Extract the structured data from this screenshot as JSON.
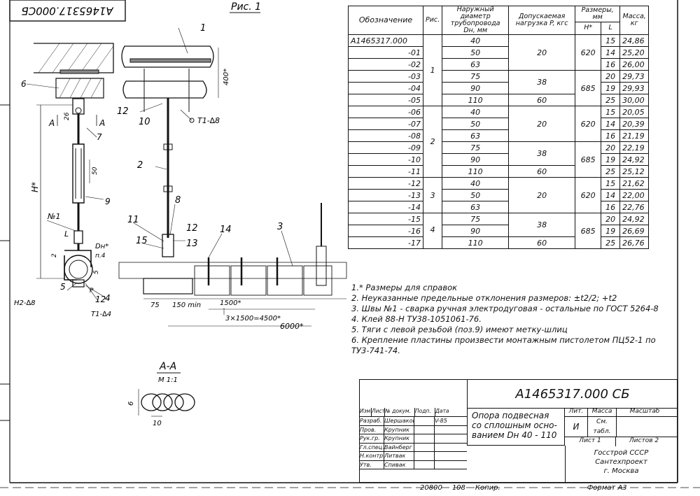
{
  "doc_code_rotated": "А1465317.000СБ",
  "figure_label": "Рис. 1",
  "drawing_labels": {
    "callouts": [
      "1",
      "2",
      "3",
      "4",
      "5",
      "6",
      "7",
      "8",
      "9",
      "10",
      "11",
      "12",
      "12",
      "13",
      "14",
      "15"
    ],
    "dim_400": "400*",
    "dim_26": "26",
    "dim_50": "50",
    "dim_H": "H*",
    "dim_2": "2",
    "dim_L": "L",
    "dim_Dn": "Dн*",
    "dim_n4": "п.4",
    "dim_5": "5",
    "dim_P": "P",
    "weld_T1_8": "Т1-∆8",
    "weld_H2_8": "Н2-∆8",
    "weld_T1_4": "Т1-∆4",
    "weld_no1": "№1",
    "section_A": "А",
    "dim_75": "75",
    "dim_150min": "150 min",
    "dim_1500": "1500*",
    "dim_3x1500": "3×1500=4500*",
    "dim_6000": "6000*",
    "section_title": "А-А",
    "section_scale": "М 1:1",
    "section_dim_6": "6",
    "section_dim_10": "10"
  },
  "table": {
    "headers": {
      "designation": "Обозначение",
      "fig": "Рис.",
      "outer_diameter": "Наружный диаметр трубопровода Dн, мм",
      "load": "Допускаемая нагрузка P, кгс",
      "dims": "Размеры, мм",
      "H": "H*",
      "L": "L",
      "mass": "Масса, кг"
    },
    "rows": [
      {
        "des": "А1465317.000",
        "d": "40",
        "L": "15",
        "m": "24,86"
      },
      {
        "des": "-01",
        "d": "50",
        "L": "14",
        "m": "25,20"
      },
      {
        "des": "-02",
        "d": "63",
        "L": "16",
        "m": "26,00"
      },
      {
        "des": "-03",
        "d": "75",
        "L": "20",
        "m": "29,73"
      },
      {
        "des": "-04",
        "d": "90",
        "L": "19",
        "m": "29,93"
      },
      {
        "des": "-05",
        "d": "110",
        "L": "25",
        "m": "30,00"
      },
      {
        "des": "-06",
        "d": "40",
        "L": "15",
        "m": "20,05"
      },
      {
        "des": "-07",
        "d": "50",
        "L": "14",
        "m": "20,39"
      },
      {
        "des": "-08",
        "d": "63",
        "L": "16",
        "m": "21,19"
      },
      {
        "des": "-09",
        "d": "75",
        "L": "20",
        "m": "22,19"
      },
      {
        "des": "-10",
        "d": "90",
        "L": "19",
        "m": "24,92"
      },
      {
        "des": "-11",
        "d": "110",
        "L": "25",
        "m": "25,12"
      },
      {
        "des": "-12",
        "d": "40",
        "L": "15",
        "m": "21,62"
      },
      {
        "des": "-13",
        "d": "50",
        "L": "14",
        "m": "22,00"
      },
      {
        "des": "-14",
        "d": "63",
        "L": "16",
        "m": "22,76"
      },
      {
        "des": "-15",
        "d": "75",
        "L": "20",
        "m": "24,92"
      },
      {
        "des": "-16",
        "d": "90",
        "L": "19",
        "m": "26,69"
      },
      {
        "des": "-17",
        "d": "110",
        "L": "25",
        "m": "26,76"
      }
    ],
    "fig_values": [
      "1",
      "2",
      "3",
      "4"
    ],
    "load_values": [
      "20",
      "38",
      "60",
      "20",
      "38",
      "60",
      "20",
      "38",
      "60"
    ],
    "H_values": [
      "620",
      "685",
      "620",
      "685",
      "620",
      "685"
    ]
  },
  "notes": [
    "1.* Размеры для справок",
    "2. Неуказанные предельные отклонения размеров: ±t2/2; +t2",
    "3. Швы №1 - сварка ручная электродуговая - остальные по ГОСТ 5264-8",
    "4. Клей 88-Н ТУ38-1051061-76.",
    "5. Тяги с левой резьбой (поз.9) имеют метку-шлиц",
    "6. Крепление пластины произвести монтажным пистолетом ПЦ52-1 по ТУ3-741-74."
  ],
  "title_block": {
    "code": "А1465317.000 СБ",
    "name": "Опора подвесная со сплошным основанием Dн 40 - 110",
    "name_lines": [
      "Опора подвесная",
      "со сплошным осно-",
      "ванием Dн 40 - 110"
    ],
    "col_headers": [
      "Изм.",
      "Лист",
      "№ докум.",
      "Подп.",
      "Дата"
    ],
    "roles": [
      {
        "role": "Разраб.",
        "name": "Шершакова",
        "sign": "",
        "date": "V-85"
      },
      {
        "role": "Пров.",
        "name": "Крупник",
        "sign": "",
        "date": ""
      },
      {
        "role": "Рук.гр.",
        "name": "Крупник",
        "sign": "",
        "date": ""
      },
      {
        "role": "Гл.спец.",
        "name": "Вайнберг",
        "sign": "",
        "date": ""
      },
      {
        "role": "Н.контр.",
        "name": "Литвак",
        "sign": "",
        "date": ""
      },
      {
        "role": "Утв.",
        "name": "Спивак",
        "sign": "",
        "date": ""
      }
    ],
    "lit": "Лит.",
    "lit_value": "И",
    "mass": "Масса",
    "mass_value": "См. табл.",
    "scale": "Масштаб",
    "sheet": "Лист 1",
    "sheets": "Листов 2",
    "org": [
      "Госстрой СССР",
      "Сантехпроект",
      "г. Москва"
    ]
  },
  "footer": {
    "inv": "20800",
    "sheet_code": "108",
    "copied": "Копир.",
    "format": "Формат А3"
  }
}
